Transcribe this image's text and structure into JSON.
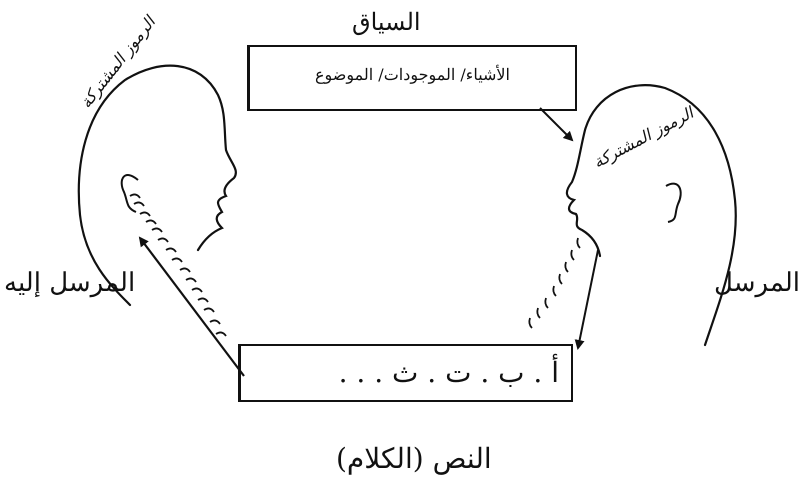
{
  "diagram": {
    "context": {
      "title": "السياق",
      "box_text": "الأشياء/ الموجودات/ الموضوع"
    },
    "receiver": {
      "label": "المرسل إليه",
      "codes": "الرموز المشتركة"
    },
    "sender": {
      "label": "المرسل",
      "codes": "الرموز المشتركة"
    },
    "message": {
      "box_text": "أ . ب . ت . ث . . .",
      "caption": "النص (الكلام)"
    }
  }
}
